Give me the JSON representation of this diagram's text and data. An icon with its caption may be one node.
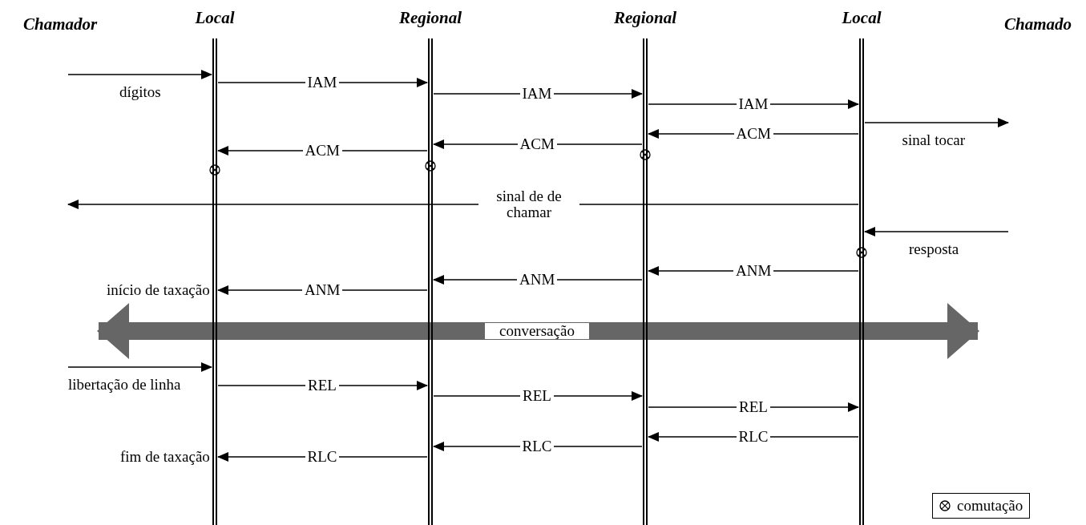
{
  "diagram": {
    "nodes": [
      {
        "text": [
          "Local"
        ]
      },
      {
        "text": [
          "Regional"
        ]
      },
      {
        "text": [
          "Regional"
        ]
      },
      {
        "text": [
          "Local"
        ]
      }
    ],
    "edges": [
      {
        "from": null,
        "to": 0,
        "arrow": "to",
        "label": "dígitos"
      },
      {
        "from": 0,
        "to": 1,
        "arrow": "to",
        "label": "IAM"
      },
      {
        "from": 1,
        "to": 2,
        "arrow": "to",
        "label": "IAM"
      },
      {
        "from": 2,
        "to": 3,
        "arrow": "to",
        "label": "IAM"
      },
      {
        "from": 3,
        "to": null,
        "arrow": "to",
        "label": "sinal tocar"
      },
      {
        "from": 3,
        "to": 2,
        "arrow": "to",
        "label": "ACM"
      },
      {
        "from": 2,
        "to": 1,
        "arrow": "to",
        "label": "ACM"
      },
      {
        "from": 1,
        "to": 0,
        "arrow": "to",
        "label": "ACM"
      },
      {
        "from": 3,
        "to": null,
        "arrow": "to",
        "label": "sinal de de chamar"
      },
      {
        "from": null,
        "to": 3,
        "arrow": "to",
        "label": "resposta"
      },
      {
        "from": 3,
        "to": 2,
        "arrow": "to",
        "label": "ANM"
      },
      {
        "from": 2,
        "to": 1,
        "arrow": "to",
        "label": "ANM"
      },
      {
        "from": 1,
        "to": 0,
        "arrow": "to",
        "label": "ANM"
      },
      {
        "from": null,
        "to": 0,
        "arrow": "to",
        "label": "libertação de linha"
      },
      {
        "from": 0,
        "to": 1,
        "arrow": "to",
        "label": "REL"
      },
      {
        "from": 1,
        "to": 2,
        "arrow": "to",
        "label": "REL"
      },
      {
        "from": 2,
        "to": 3,
        "arrow": "to",
        "label": "REL"
      },
      {
        "from": 3,
        "to": 2,
        "arrow": "to",
        "label": "RLC"
      },
      {
        "from": 2,
        "to": 1,
        "arrow": "to",
        "label": "RLC"
      },
      {
        "from": 1,
        "to": 0,
        "arrow": "to",
        "label": "RLC"
      }
    ],
    "labels": [
      "Chamador",
      "Chamado",
      "início de taxação",
      "conversação",
      "fim de taxação"
    ],
    "legend": [
      {
        "text": "comutação"
      }
    ]
  }
}
